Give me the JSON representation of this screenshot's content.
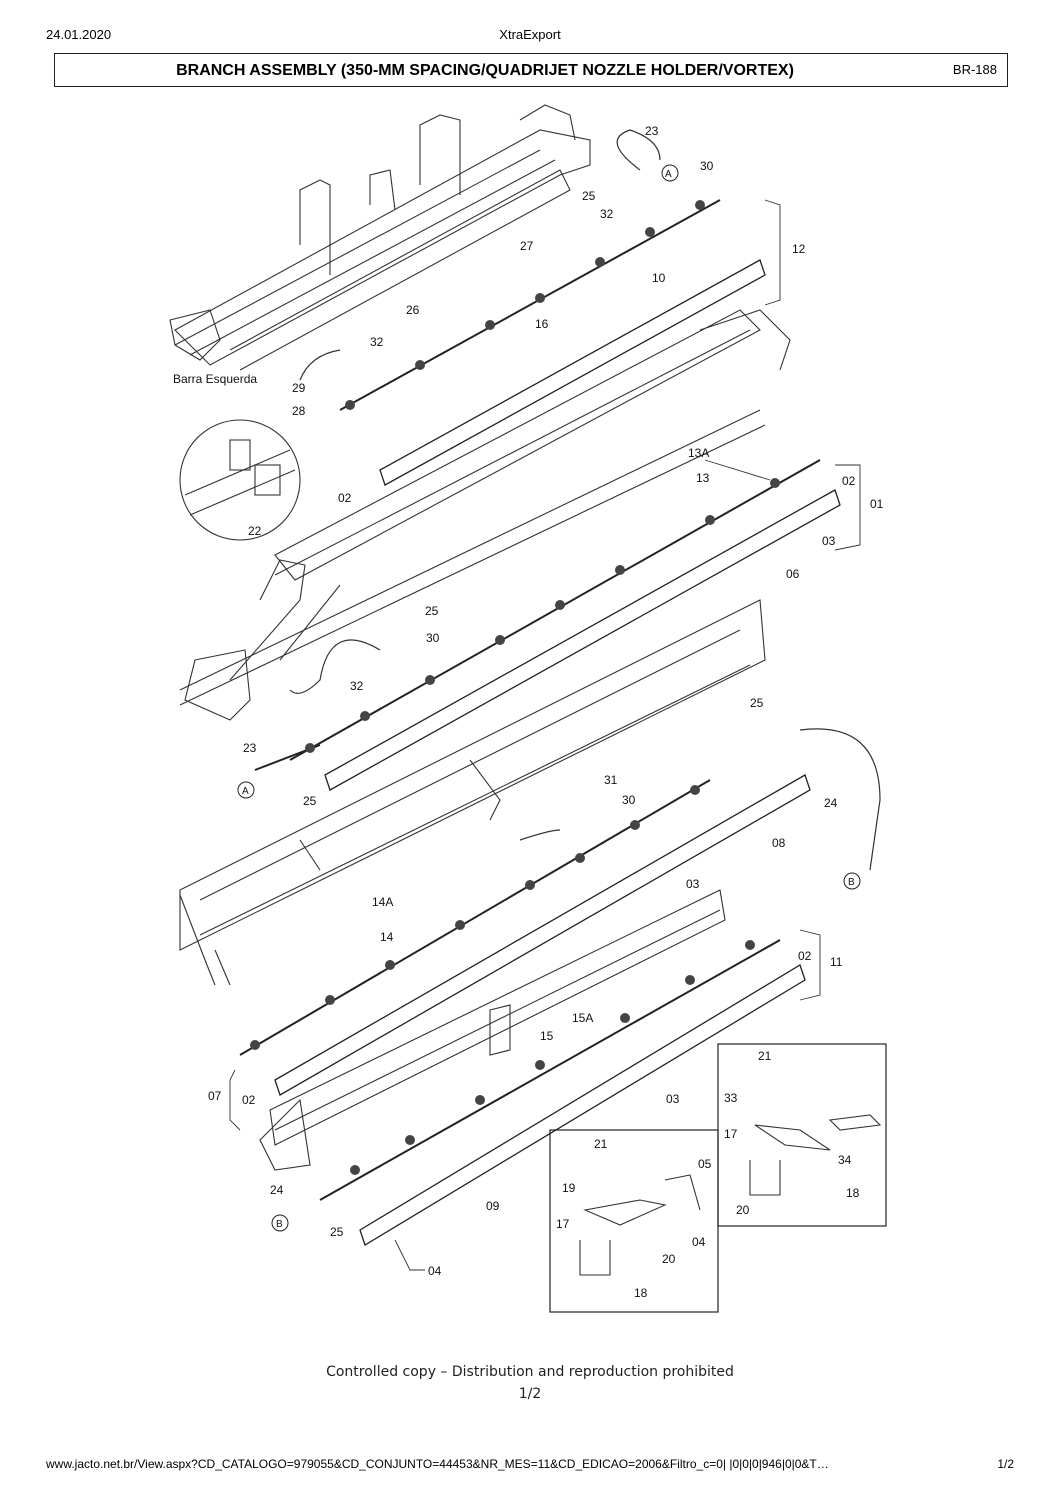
{
  "header": {
    "date": "24.01.2020",
    "app": "XtraExport"
  },
  "title": {
    "text": "BRANCH ASSEMBLY (350-MM SPACING/QUADRIJET NOZZLE HOLDER/VORTEX)",
    "code": "BR-188"
  },
  "diagram": {
    "side_label": "Barra Esquerda",
    "labels": {
      "l23a": "23",
      "l30a": "30",
      "l25a": "25",
      "l32a": "32",
      "lAa": "A",
      "l12": "12",
      "l27": "27",
      "l10": "10",
      "l26": "26",
      "l16": "16",
      "l32b": "32",
      "l29": "29",
      "l28": "28",
      "l02a": "02",
      "l22": "22",
      "l13A": "13A",
      "l13": "13",
      "l02b": "02",
      "l01": "01",
      "l03a": "03",
      "l06": "06",
      "l25b": "25",
      "l30b": "30",
      "l32c": "32",
      "l23b": "23",
      "lAb": "A",
      "l25c": "25",
      "l25d": "25",
      "l24a": "24",
      "lBa": "B",
      "l31": "31",
      "l30c": "30",
      "l08": "08",
      "l03b": "03",
      "l14A": "14A",
      "l14": "14",
      "l02c": "02",
      "l11": "11",
      "l15A": "15A",
      "l15": "15",
      "l07": "07",
      "l02d": "02",
      "l03c": "03",
      "l24b": "24",
      "lBb": "B",
      "l09": "09",
      "l25e": "25",
      "l04a": "04",
      "i21a": "21",
      "i05": "05",
      "i19": "19",
      "i17a": "17",
      "i04": "04",
      "i20a": "20",
      "i18a": "18",
      "j21": "21",
      "j33": "33",
      "j17": "17",
      "j34": "34",
      "j18": "18",
      "j20": "20"
    }
  },
  "footer": {
    "notice": "Controlled copy – Distribution and reproduction prohibited",
    "page": "1/2",
    "url": "www.jacto.net.br/View.aspx?CD_CATALOGO=979055&CD_CONJUNTO=44453&NR_MES=11&CD_EDICAO=2006&Filtro_c=0| |0|0|0|946|0|0&T…",
    "page_count": "1/2"
  }
}
